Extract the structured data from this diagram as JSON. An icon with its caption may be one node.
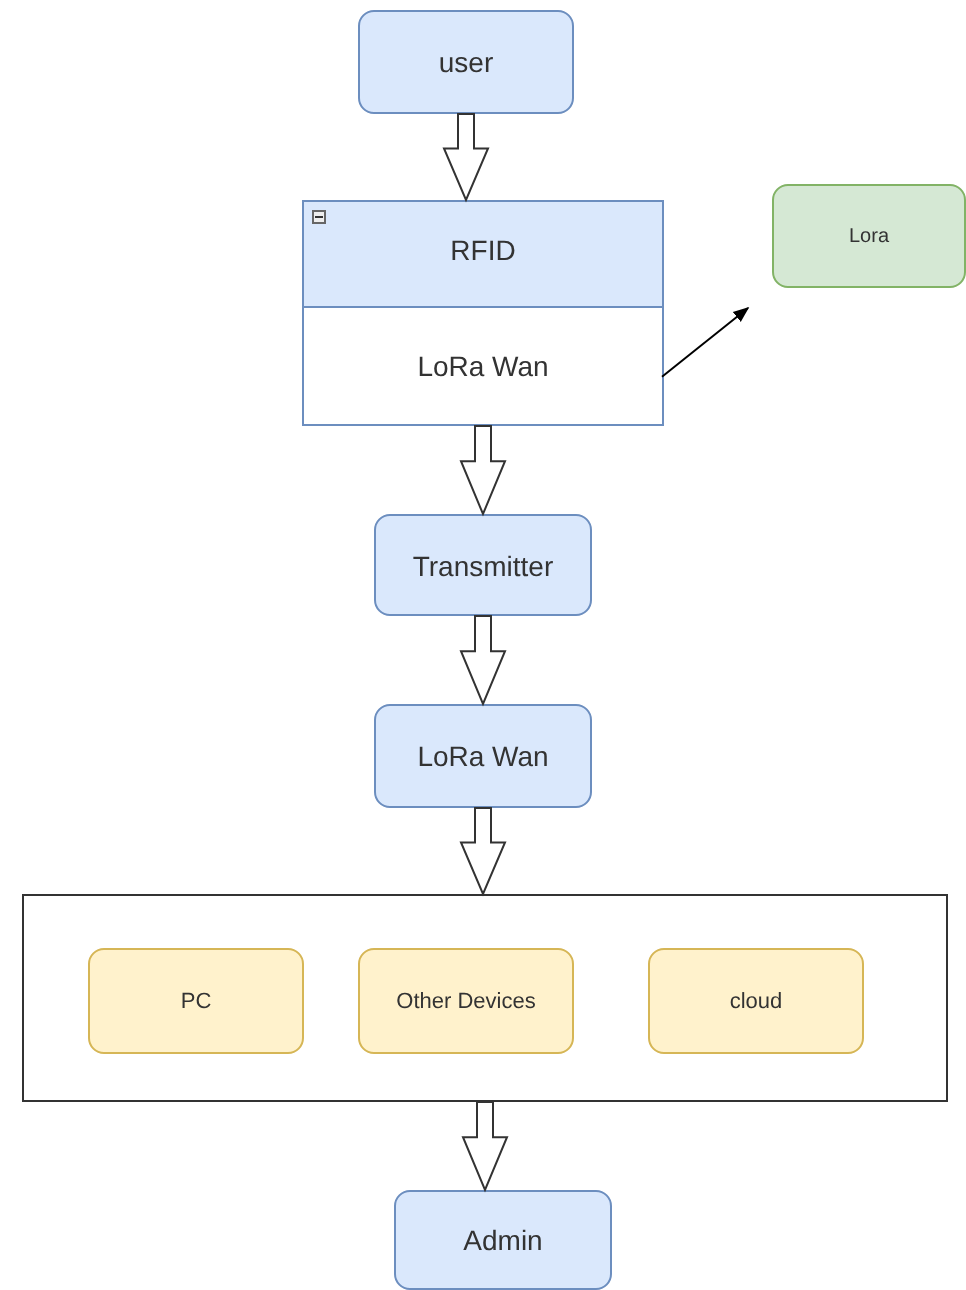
{
  "diagram": {
    "nodes": [
      {
        "text": [
          "user"
        ]
      },
      {
        "text": [
          "RFID"
        ]
      },
      {
        "text": [
          "LoRa Wan"
        ],
        "in": 1
      },
      {
        "text": [
          "Lora"
        ]
      },
      {
        "text": [
          "Transmitter"
        ]
      },
      {
        "text": [
          "LoRa Wan"
        ]
      },
      {
        "text": [],
        "shape": "box"
      },
      {
        "text": [
          "PC"
        ],
        "in": 6
      },
      {
        "text": [
          "Other Devices"
        ],
        "in": 6
      },
      {
        "text": [
          "cloud"
        ],
        "in": 6
      },
      {
        "text": [
          "Admin"
        ]
      }
    ],
    "edges": [
      {
        "from": 0,
        "to": 1,
        "arrow": "to"
      },
      {
        "from": 1,
        "to": 4,
        "arrow": "to"
      },
      {
        "from": 2,
        "to": 3,
        "arrow": "to"
      },
      {
        "from": 4,
        "to": 5,
        "arrow": "to"
      },
      {
        "from": 5,
        "to": 6,
        "arrow": "to"
      },
      {
        "from": 6,
        "to": 10,
        "arrow": "to"
      }
    ]
  }
}
